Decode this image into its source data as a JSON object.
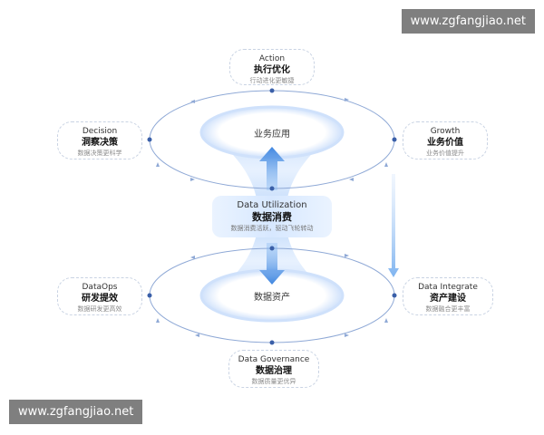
{
  "watermark": {
    "text": "www.zgfangjiao.net"
  },
  "center": {
    "title_en": "Data Utilization",
    "title_zh": "数据消费",
    "subtitle": "数据消费活跃，驱动飞轮转动"
  },
  "top_lens": {
    "label": "业务应用"
  },
  "bottom_lens": {
    "label": "数据资产"
  },
  "nodes": {
    "action": {
      "en": "Action",
      "zh": "执行优化",
      "sub": "行动进化更敏捷"
    },
    "decision": {
      "en": "Decision",
      "zh": "洞察决策",
      "sub": "数据决策更科学"
    },
    "growth": {
      "en": "Growth",
      "zh": "业务价值",
      "sub": "业务价值提升"
    },
    "dataops": {
      "en": "DataOps",
      "zh": "研发提效",
      "sub": "数据研发更高效"
    },
    "integrate": {
      "en": "Data Integrate",
      "zh": "资产建设",
      "sub": "数据融合更丰富"
    },
    "governance": {
      "en": "Data Governance",
      "zh": "数据治理",
      "sub": "数据质量更优异"
    }
  },
  "colors": {
    "accent": "#3f7fd8",
    "ring": "#8fa9d6",
    "node_border": "#c9d3e3"
  }
}
